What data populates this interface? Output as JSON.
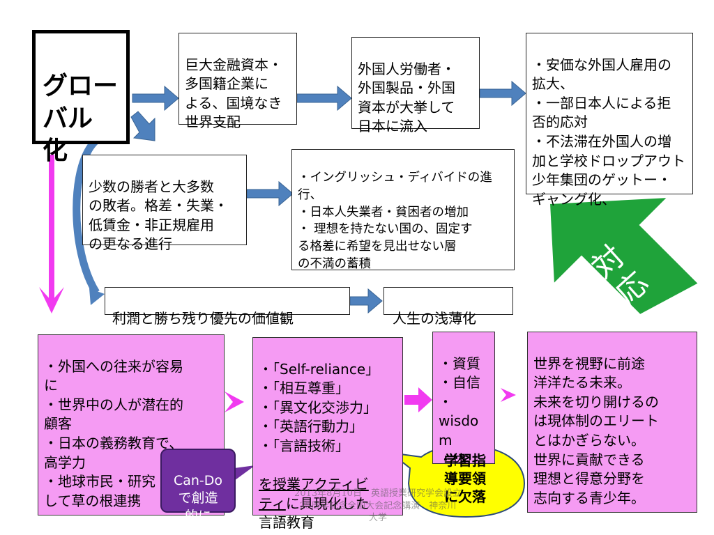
{
  "global": {
    "label": "グロー\nバル\n化"
  },
  "capital": {
    "text": "巨大金融資本・\n多国籍企業に\nよる、国境なき\n世界支配"
  },
  "inflow": {
    "text": "外国人労働者・\n外国製品・外国\n資本が大挙して\n日本に流入"
  },
  "effects_top": {
    "text": "・安価な外国人雇用の\n拡大、\n・一部日本人による拒\n否的応対\n・不法滞在外国人の増\n加と学校ドロップアウト\n少年集団のゲットー・\nギャング化、"
  },
  "inequality": {
    "text": "少数の勝者と大多数\nの敗者。格差・失業・\n低賃金・非正規雇用\nの更なる進行"
  },
  "divide": {
    "text": "・イングリッシュ・ディバイドの進\n行、\n・日本人失業者・貧困者の増加\n・ 理想を持たない国の、固定す\nる格差に希望を見出せない層\nの不満の蓄積"
  },
  "profit": {
    "text": "利潤と勝ち残り優先の価値観"
  },
  "shallow": {
    "text": "人生の浅薄化"
  },
  "opportunity": {
    "text": "・外国への往来が容易\nに\n・世界中の人が潜在的\n顧客\n・日本の義務教育で、\n高学力\n・地球市民・研究\nして草の根連携"
  },
  "skills": {
    "lines": "・「Self-reliance」\n・「相互尊重」\n・「異文化交渉力」\n・「英語行動力」\n・「言語技術」",
    "underlined": "を授業アクティビ\nティ",
    "rest": "に具現化した\n言語教育"
  },
  "qualities": {
    "text": "・資質\n・自信\n・\nwisdo\nm\n・体"
  },
  "future": {
    "text": "世界を視野に前途\n洋洋たる未来。\n未来を切り開けるの\nは現体制のエリート\nとはかぎらない。\n世界に貢献できる\n理想と得意分野を\n志向する青少年。"
  },
  "cando": {
    "text": "Can-Do\nで創造\n的に"
  },
  "callout": {
    "text": "学習指\n導要領\nに欠落"
  },
  "response_arrow": {
    "label": "対\n応"
  },
  "footer": {
    "text": "2013年8月10日　英語授業研究学会設立\n25周年記念全国大会記念講演　神奈川\n大学"
  },
  "colors": {
    "blue_arrow": "#4f81bd",
    "magenta_arrow": "#f13af0",
    "green_arrow": "#1fa33a",
    "pink_box": "#f59bf3",
    "purple": "#6f2f9f",
    "yellow": "#ffff00"
  }
}
